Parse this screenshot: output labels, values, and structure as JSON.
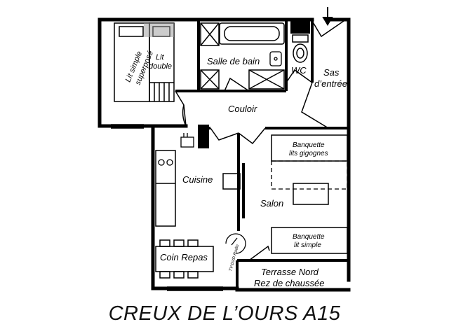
{
  "title": "CREUX DE L’OURS A15",
  "rooms": {
    "lit_simple_1": "Lit simple",
    "lit_simple_2": "superposé",
    "lit_double_1": "Lit",
    "lit_double_2": "double",
    "salle_de_bain": "Salle de bain",
    "wc": "WC",
    "sas_1": "Sas",
    "sas_2": "d’entrée",
    "couloir": "Couloir",
    "banquette1_1": "Banquette",
    "banquette1_2": "lits gigognes",
    "cuisine": "Cuisine",
    "salon": "Salon",
    "banquette2_1": "Banquette",
    "banquette2_2": "lit simple",
    "coin_repas": "Coin Repas",
    "tv": "TV-DVD Radio",
    "terrasse_1": "Terrasse Nord",
    "terrasse_2": "Rez de chaussée"
  },
  "colors": {
    "wall": "#000000",
    "background": "#ffffff"
  },
  "icons": [
    "entrance-arrow-icon",
    "bathtub-icon",
    "toilet-icon",
    "sink-icon",
    "stove-icon",
    "tv-icon"
  ]
}
